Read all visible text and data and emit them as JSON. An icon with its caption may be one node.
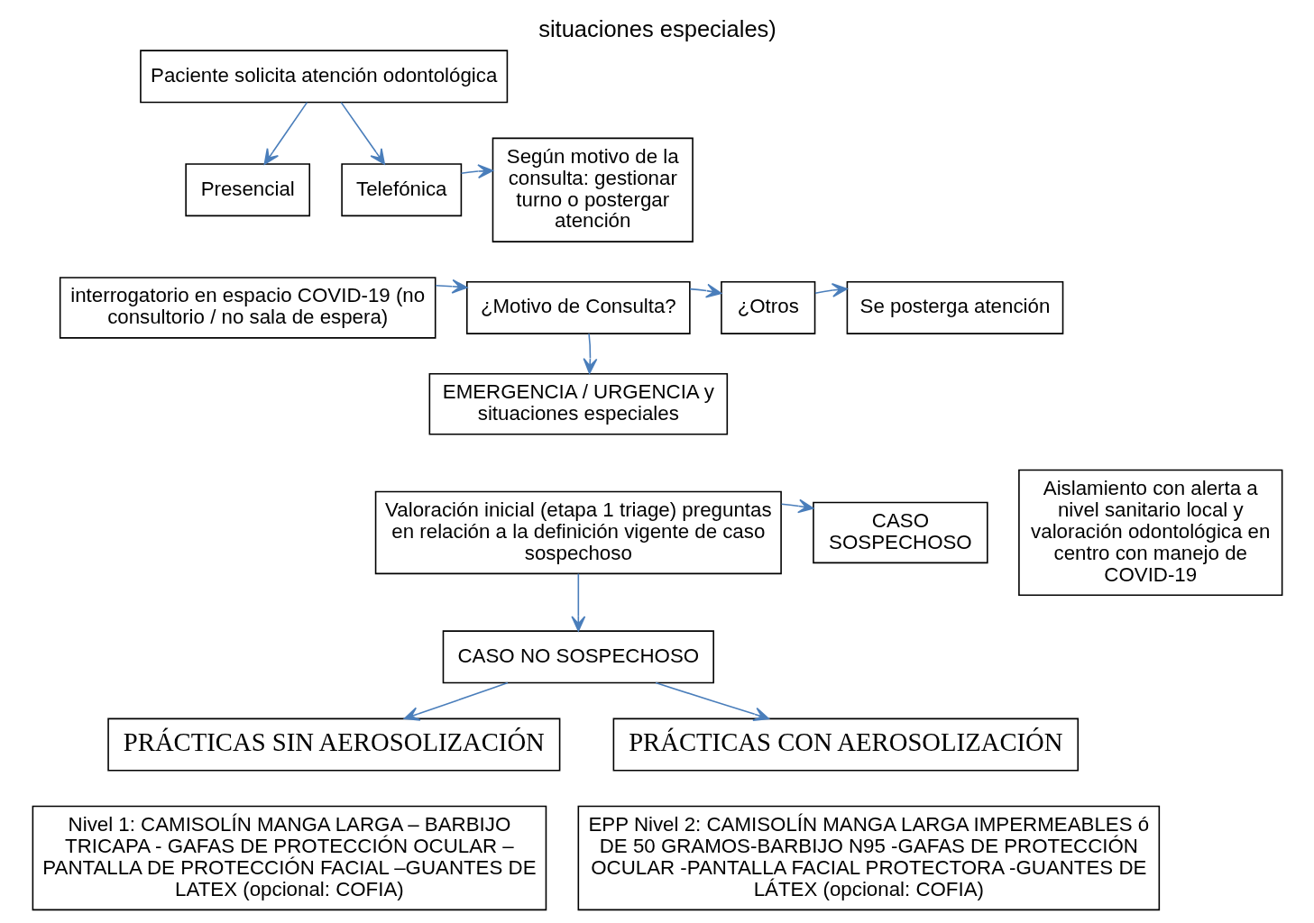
{
  "diagram": {
    "title": "situaciones especiales)",
    "nodes": [
      {
        "text": [
          "Paciente solicita atención odontológica"
        ]
      },
      {
        "text": [
          "Presencial"
        ]
      },
      {
        "text": [
          "Telefónica"
        ]
      },
      {
        "text": [
          "Según motivo de la consulta: gestionar turno o postergar atención"
        ]
      },
      {
        "text": [
          "interrogatorio en espacio COVID-19 (no consultorio / no sala de espera)"
        ]
      },
      {
        "text": [
          "¿Motivo de Consulta?"
        ]
      },
      {
        "text": [
          "¿Otros"
        ]
      },
      {
        "text": [
          "Se posterga atención"
        ]
      },
      {
        "text": [
          "EMERGENCIA / URGENCIA y situaciones especiales"
        ]
      },
      {
        "text": [
          "Valoración inicial (etapa 1 triage) preguntas en relación a la definición vigente de caso sospechoso"
        ]
      },
      {
        "text": [
          "CASO SOSPECHOSO"
        ]
      },
      {
        "text": [
          "Aislamiento con alerta a nivel sanitario local y valoración odontológica en centro con manejo de COVID-19"
        ]
      },
      {
        "text": [
          "CASO NO SOSPECHOSO"
        ]
      },
      {
        "text": [
          "PRÁCTICAS SIN AEROSOLIZACIÓN"
        ]
      },
      {
        "text": [
          "PRÁCTICAS CON AEROSOLIZACIÓN"
        ]
      },
      {
        "text": [
          "Nivel 1: CAMISOLÍN MANGA LARGA – BARBIJO TRICAPA - GAFAS DE PROTECCIÓN OCULAR – PANTALLA DE PROTECCIÓN FACIAL –GUANTES DE LATEX (opcional: COFIA)"
        ]
      },
      {
        "text": [
          "EPP Nivel 2: CAMISOLÍN MANGA LARGA IMPERMEABLES ó  DE 50 GRAMOS-BARBIJO N95 -GAFAS DE PROTECCIÓN OCULAR -PANTALLA FACIAL PROTECTORA -GUANTES DE LÁTEX (opcional: COFIA)"
        ]
      }
    ],
    "edges": [
      {
        "from": 0,
        "to": 1,
        "arrow": "to"
      },
      {
        "from": 0,
        "to": 2,
        "arrow": "to"
      },
      {
        "from": 2,
        "to": 3,
        "arrow": "to"
      },
      {
        "from": 4,
        "to": 5,
        "arrow": "to"
      },
      {
        "from": 5,
        "to": 6,
        "arrow": "to"
      },
      {
        "from": 6,
        "to": 7,
        "arrow": "to"
      },
      {
        "from": 5,
        "to": 8,
        "arrow": "to"
      },
      {
        "from": 9,
        "to": 10,
        "arrow": "to"
      },
      {
        "from": 9,
        "to": 12,
        "arrow": "to"
      },
      {
        "from": 12,
        "to": 13,
        "arrow": "to"
      },
      {
        "from": 12,
        "to": 14,
        "arrow": "to"
      }
    ]
  }
}
